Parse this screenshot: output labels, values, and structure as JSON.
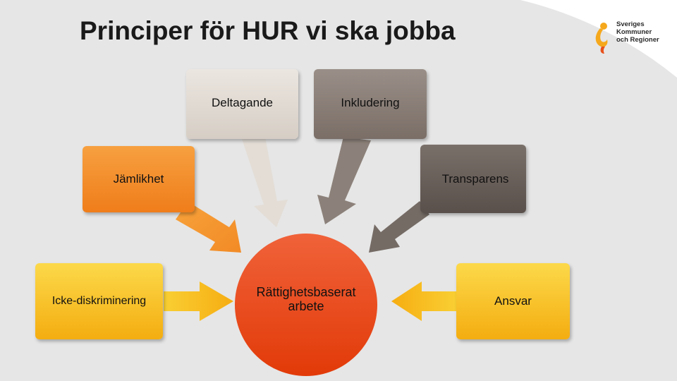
{
  "slide": {
    "title": "Principer för HUR vi ska jobba"
  },
  "logo": {
    "line1": "Sveriges",
    "line2": "Kommuner",
    "line3": "och Regioner"
  },
  "diagram": {
    "center": {
      "line1": "Rättighetsbaserat",
      "line2": "arbete"
    },
    "principles": {
      "deltagande": "Deltagande",
      "inkludering": "Inkludering",
      "jamlikhet": "Jämlikhet",
      "transparens": "Transparens",
      "icke_diskriminering": "Icke-diskriminering",
      "ansvar": "Ansvar"
    }
  },
  "colors": {
    "background_arc": "#e6e6e6",
    "deltagande": "#e6e0d9",
    "inkludering": "#8a7f78",
    "jamlikhet": "#f28a25",
    "transparens": "#6c625d",
    "icke_diskriminering": "#f7c018",
    "ansvar": "#f7c018",
    "center": "#e8461c"
  }
}
